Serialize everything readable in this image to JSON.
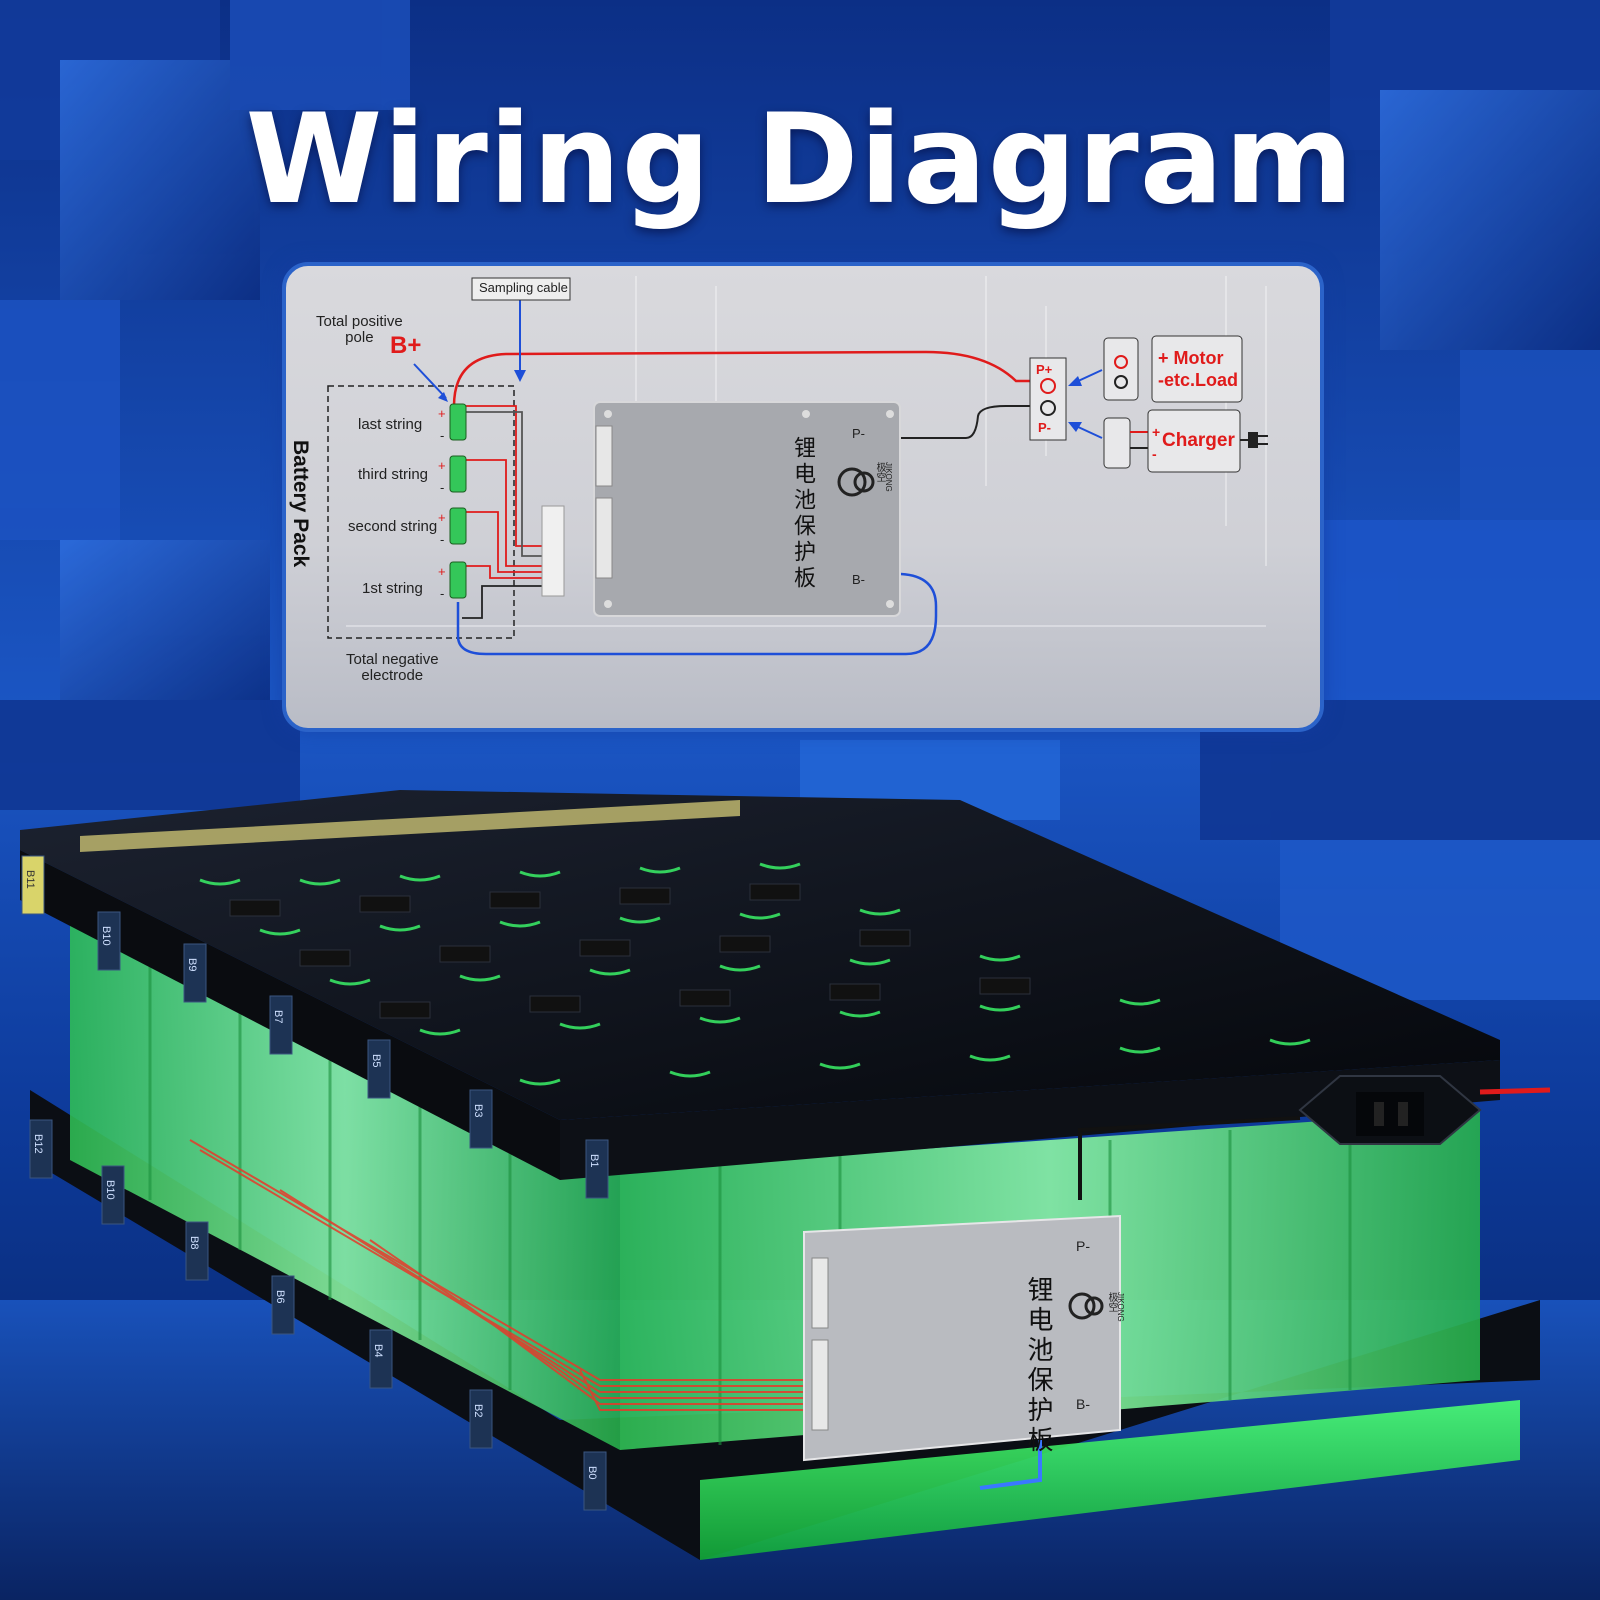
{
  "title": "Wiring Diagram",
  "diagram": {
    "sampling_cable": "Sampling cable",
    "total_positive_pole": "Total positive\npole",
    "b_plus": "B+",
    "battery_pack": "Battery Pack",
    "strings": [
      "last string",
      "third string",
      "second string",
      "1st string"
    ],
    "total_negative_electrode": "Total negative\nelectrode",
    "p_minus": "P-",
    "b_minus": "B-",
    "p_plus_terminal": "P+",
    "p_minus_terminal": "P-",
    "board_cn": "锂电池保护板",
    "brand_cn": "极空",
    "brand": "JIKONG",
    "load_plus": "+ Motor",
    "load_minus": "-etc.Load",
    "charger_plus": "+",
    "charger_label": "Charger",
    "charger_minus": "-",
    "plus": "+",
    "minus": "-"
  },
  "pack": {
    "tags": [
      "B11",
      "B10",
      "B9",
      "B7",
      "B5",
      "B3",
      "B1",
      "B12",
      "B10",
      "B8",
      "B6",
      "B4",
      "B2",
      "B0"
    ],
    "board": {
      "p_minus": "P-",
      "b_minus": "B-",
      "cn": "锂电池保护板",
      "brand_cn": "极空",
      "brand": "JIKONG"
    }
  },
  "colors": {
    "accent_blue": "#2b63c9",
    "wire_red": "#e01b1b",
    "wire_blue": "#1e4fd8",
    "cell_green": "#46e06a"
  }
}
